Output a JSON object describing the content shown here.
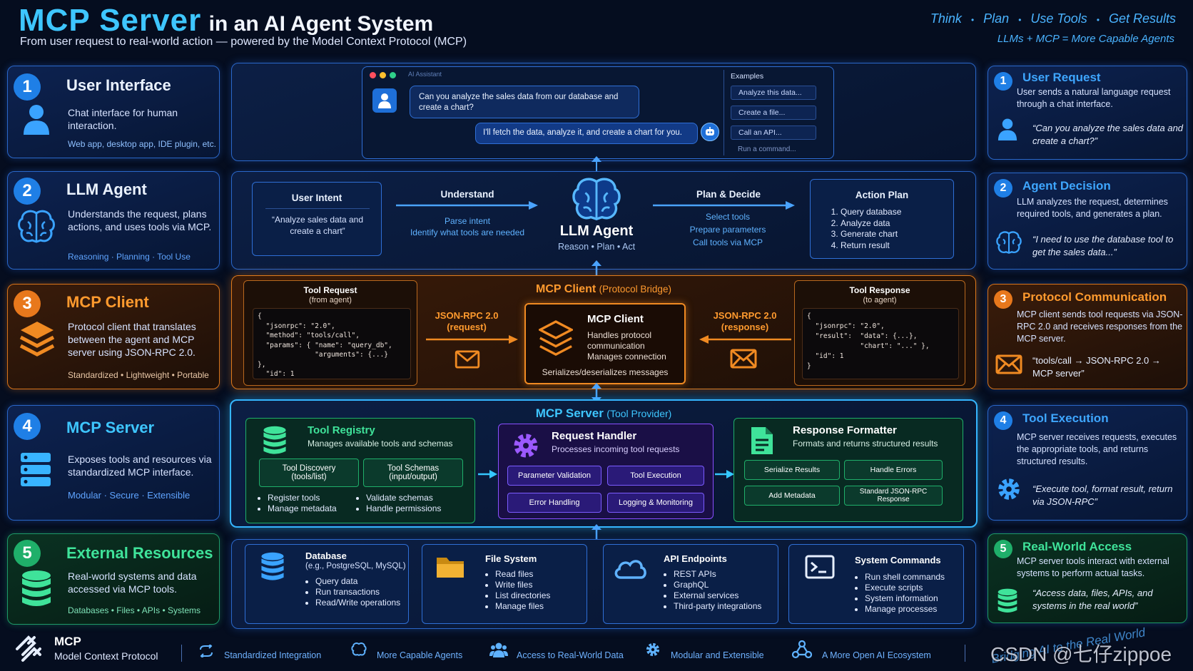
{
  "header": {
    "title_big": "MCP Server",
    "title_small": "in an AI Agent System",
    "subtitle": "From user request to real-world action — powered by the Model Context Protocol (MCP)",
    "steps": [
      "Think",
      "Plan",
      "Use Tools",
      "Get Results"
    ],
    "sep": "•",
    "tagline": "LLMs + MCP = More Capable Agents"
  },
  "left": [
    {
      "n": "1",
      "title": "User Interface",
      "desc": "Chat interface for human interaction.",
      "tags": "Web app, desktop app, IDE plugin, etc."
    },
    {
      "n": "2",
      "title": "LLM Agent",
      "desc": "Understands the request, plans actions, and uses tools via MCP.",
      "tags": "Reasoning  ·  Planning  ·  Tool Use"
    },
    {
      "n": "3",
      "title": "MCP Client",
      "desc": "Protocol client that translates between the agent and MCP server using JSON-RPC 2.0.",
      "tags": "Standardized • Lightweight • Portable"
    },
    {
      "n": "4",
      "title": "MCP Server",
      "desc": "Exposes tools and resources via standardized MCP interface.",
      "tags": "Modular  ·  Secure  ·  Extensible"
    },
    {
      "n": "5",
      "title": "External Resources",
      "desc": "Real-world systems and data accessed via MCP tools.",
      "tags": "Databases • Files • APIs • Systems"
    }
  ],
  "right": [
    {
      "n": "1",
      "title": "User Request",
      "desc": "User sends a natural language request through a chat interface.",
      "quote": "“Can you analyze the sales data and create a chart?”"
    },
    {
      "n": "2",
      "title": "Agent Decision",
      "desc": "LLM analyzes the request, determines required tools, and generates a plan.",
      "quote": "“I need to use the database tool to get the sales data...”"
    },
    {
      "n": "3",
      "title": "Protocol Communication",
      "desc": "MCP client sends tool requests via JSON-RPC 2.0 and receives responses from the MCP server.",
      "quote": "“tools/call → JSON-RPC 2.0 → MCP server”"
    },
    {
      "n": "4",
      "title": "Tool Execution",
      "desc": "MCP server receives requests, executes the appropriate tools, and returns structured results.",
      "quote": "“Execute tool, format result, return via JSON-RPC”"
    },
    {
      "n": "5",
      "title": "Real-World Access",
      "desc": "MCP server tools interact with external systems to perform actual tasks.",
      "quote": "“Access data, files, APIs, and systems in the real world”"
    }
  ],
  "chat": {
    "window_title": "AI Assistant",
    "user_msg": "Can you analyze the sales data from our database and create a chart?",
    "bot_msg": "I'll fetch the data, analyze it, and create a chart for you.",
    "examples_title": "Examples",
    "examples": [
      "Analyze this data...",
      "Create a file...",
      "Call an API...",
      "Run a command..."
    ]
  },
  "agent": {
    "intent_title": "User Intent",
    "intent_text": "“Analyze sales data and create a chart”",
    "understand": "Understand",
    "understand_lines": [
      "Parse intent",
      "Identify what tools are needed"
    ],
    "name": "LLM Agent",
    "sub": "Reason  •  Plan  •  Act",
    "plan": "Plan & Decide",
    "plan_lines": [
      "Select tools",
      "Prepare parameters",
      "Call tools via MCP"
    ],
    "action_title": "Action Plan",
    "actions": [
      "Query database",
      "Analyze data",
      "Generate chart",
      "Return result"
    ]
  },
  "client": {
    "title": "MCP Client",
    "title_sub": "(Protocol Bridge)",
    "req_title": "Tool Request",
    "req_sub": "(from agent)",
    "req_code": "{\n  \"jsonrpc\": \"2.0\",\n  \"method\": \"tools/call\",\n  \"params\": { \"name\": \"query_db\",\n              \"arguments\": {...}\n},\n  \"id\": 1\n}",
    "rpc_req": "JSON-RPC 2.0",
    "rpc_req_sub": "(request)",
    "box_title": "MCP Client",
    "box_lines": [
      "Handles protocol",
      "communication",
      "Manages connection",
      "Serializes/deserializes messages"
    ],
    "rpc_res": "JSON-RPC 2.0",
    "rpc_res_sub": "(response)",
    "res_title": "Tool Response",
    "res_sub": "(to agent)",
    "res_code": "{\n  \"jsonrpc\": \"2.0\",\n  \"result\":  \"data\": {...},\n             \"chart\": \"...\" },\n  \"id\": 1\n}"
  },
  "server": {
    "title": "MCP Server",
    "title_sub": "(Tool Provider)",
    "registry_title": "Tool Registry",
    "registry_sub": "Manages available tools and schemas",
    "reg_btn1": "Tool Discovery",
    "reg_btn1_sub": "(tools/list)",
    "reg_btn2": "Tool Schemas",
    "reg_btn2_sub": "(input/output)",
    "reg_bullets_a": [
      "Register tools",
      "Manage metadata"
    ],
    "reg_bullets_b": [
      "Validate schemas",
      "Handle permissions"
    ],
    "handler_title": "Request Handler",
    "handler_sub": "Processes incoming tool requests",
    "handler_btns": [
      "Parameter Validation",
      "Tool Execution",
      "Error Handling",
      "Logging & Monitoring"
    ],
    "formatter_title": "Response Formatter",
    "formatter_sub": "Formats and returns structured results",
    "formatter_btns": [
      "Serialize Results",
      "Handle Errors",
      "Add Metadata",
      "Standard JSON-RPC Response"
    ]
  },
  "resources": [
    {
      "title": "Database",
      "sub": "(e.g., PostgreSQL, MySQL)",
      "items": [
        "Query data",
        "Run transactions",
        "Read/Write operations"
      ]
    },
    {
      "title": "File System",
      "sub": "",
      "items": [
        "Read files",
        "Write files",
        "List directories",
        "Manage files"
      ]
    },
    {
      "title": "API Endpoints",
      "sub": "",
      "items": [
        "REST APIs",
        "GraphQL",
        "External services",
        "Third-party integrations"
      ]
    },
    {
      "title": "System Commands",
      "sub": "",
      "items": [
        "Run shell commands",
        "Execute scripts",
        "System information",
        "Manage processes"
      ]
    }
  ],
  "footer": {
    "logo": "MCP",
    "logo_sub": "Model Context Protocol",
    "items": [
      "Standardized Integration",
      "More Capable Agents",
      "Access to Real-World Data",
      "Modular and Extensible",
      "A More Open AI Ecosystem"
    ],
    "watermark": "CSDN @七仔zippoe",
    "signature": "Bridging AI to the Real World"
  },
  "colors": {
    "accent_blue": "#3ea6ff",
    "orange": "#f58a1f",
    "green": "#2fd08a",
    "purple": "#9b59ff",
    "cyan": "#35c8ff"
  }
}
